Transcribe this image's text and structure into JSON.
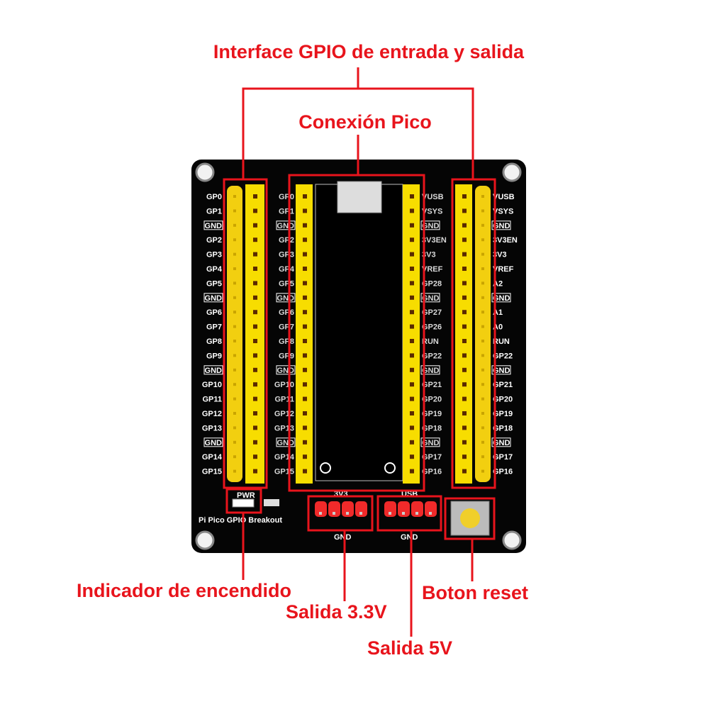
{
  "annotations": {
    "gpio_interface": "Interface GPIO de entrada y salida",
    "pico_connection": "Conexión Pico",
    "power_indicator": "Indicador de encendido",
    "output_3v3": "Salida 3.3V",
    "output_5v": "Salida 5V",
    "reset_button": "Boton reset"
  },
  "board": {
    "name": "Pi Pico GPIO Breakout",
    "pwr_label": "PWR",
    "header_3v3_label": "3V3",
    "header_usb_label": "USB",
    "gnd_label": "GND",
    "left_outer_labels": [
      "GP0",
      "GP1",
      "GND",
      "GP2",
      "GP3",
      "GP4",
      "GP5",
      "GND",
      "GP6",
      "GP7",
      "GP8",
      "GP9",
      "GND",
      "GP10",
      "GP11",
      "GP12",
      "GP13",
      "GND",
      "GP14",
      "GP15"
    ],
    "center_left_labels": [
      "GP0",
      "GP1",
      "GND",
      "GP2",
      "GP3",
      "GP4",
      "GP5",
      "GND",
      "GP6",
      "GP7",
      "GP8",
      "GP9",
      "GND",
      "GP10",
      "GP11",
      "GP12",
      "GP13",
      "GND",
      "GP14",
      "GP15"
    ],
    "center_right_labels": [
      "VUSB",
      "VSYS",
      "GND",
      "3V3EN",
      "3V3",
      "VREF",
      "GP28",
      "GND",
      "GP27",
      "GP26",
      "RUN",
      "GP22",
      "GND",
      "GP21",
      "GP20",
      "GP19",
      "GP18",
      "GND",
      "GP17",
      "GP16"
    ],
    "right_outer_labels": [
      "VUSB",
      "VSYS",
      "GND",
      "3V3EN",
      "3V3",
      "VREF",
      "A2",
      "GND",
      "A1",
      "A0",
      "RUN",
      "GP22",
      "GND",
      "GP21",
      "GP20",
      "GP19",
      "GP18",
      "GND",
      "GP17",
      "GP16"
    ]
  },
  "colors": {
    "annotation": "#e8141c",
    "board": "#050505",
    "header": "#f5d800",
    "pin_header_red": "#f02a2a"
  }
}
